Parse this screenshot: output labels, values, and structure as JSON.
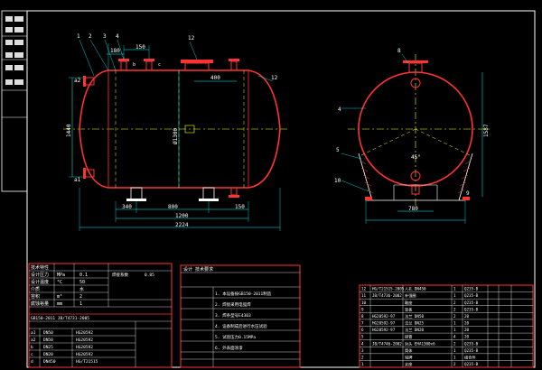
{
  "drawing": {
    "colors": {
      "background": "#000000",
      "vessel_outline": "#ff3333",
      "centerline": "#ffff00",
      "dimension": "#00ffff",
      "frame": "#ffffff",
      "table_border": "#ff3333"
    },
    "front_view": {
      "labels": {
        "top_len_150": "150",
        "top_len_180": "180",
        "dim_400": "400",
        "height_1440": "1440",
        "diameter": "Ø1300",
        "bottom_340": "340",
        "bottom_800": "800",
        "bottom_150": "150",
        "bottom_1200": "1200",
        "overall_2224": "2224",
        "leader_1": "1",
        "leader_2": "2",
        "leader_3": "3",
        "leader_4": "4",
        "leader_12": "12",
        "leader_a2": "a2",
        "leader_a1": "a1",
        "nozzle_b": "b",
        "nozzle_c": "c"
      }
    },
    "side_view": {
      "labels": {
        "height_1587": "1587",
        "width_780": "780",
        "angle_a": "45°",
        "leader_4": "4",
        "leader_5": "5",
        "leader_10": "10",
        "leader_8": "8",
        "leader_9": "9"
      }
    },
    "tech_table": {
      "rows": [
        [
          "设计压力",
          "MPa",
          "0.1"
        ],
        [
          "设计温度",
          "°C",
          "50"
        ],
        [
          "介质",
          "",
          "水"
        ],
        [
          "容积",
          "m³",
          "2"
        ],
        [
          "腐蚀裕量",
          "mm",
          "1"
        ],
        [
          "焊接系数",
          "",
          "0.85"
        ]
      ],
      "note": "GB150-2011 JB/T4731-2005",
      "header": "技术特性"
    },
    "nozzle_table": {
      "rows": [
        [
          "a1",
          "DN50",
          "HG20592"
        ],
        [
          "a2",
          "DN50",
          "HG20592"
        ],
        [
          "b",
          "DN25",
          "HG20592"
        ],
        [
          "c",
          "DN20",
          "HG20592"
        ],
        [
          "d",
          "DN450",
          "HG/T21515"
        ]
      ]
    },
    "center_block": {
      "lines": [
        "设计 技术要求",
        "1. 本设备按GB150-2011制造",
        "2. 焊接采用电弧焊",
        "3. 焊条型号E4303",
        "4. 设备制成后进行水压试验",
        "5. 试验压力0.15MPa",
        "6. 外表面涂漆"
      ]
    },
    "parts_list": {
      "rows": [
        [
          "12",
          "HG/T21515-2005",
          "人孔 DN450",
          "1",
          "Q235-B"
        ],
        [
          "11",
          "JB/T4736-2002",
          "补强圈",
          "1",
          "Q235-B"
        ],
        [
          "10",
          "",
          "鞍座",
          "2",
          "Q235-B"
        ],
        [
          "9",
          "",
          "垫板",
          "2",
          "Q235-B"
        ],
        [
          "8",
          "HG20592-97",
          "法兰 DN50",
          "2",
          "20"
        ],
        [
          "7",
          "HG20592-97",
          "法兰 DN25",
          "1",
          "20"
        ],
        [
          "6",
          "HG20592-97",
          "法兰 DN20",
          "1",
          "20"
        ],
        [
          "5",
          "",
          "接管",
          "4",
          "20"
        ],
        [
          "4",
          "JB/T4746-2002",
          "封头 EHA1300x6",
          "2",
          "Q235-B"
        ],
        [
          "3",
          "",
          "筒体",
          "1",
          "Q235-B"
        ],
        [
          "2",
          "",
          "铭牌",
          "1",
          "组合件"
        ],
        [
          "1",
          "",
          "支座",
          "2",
          "Q235-B"
        ]
      ]
    }
  }
}
